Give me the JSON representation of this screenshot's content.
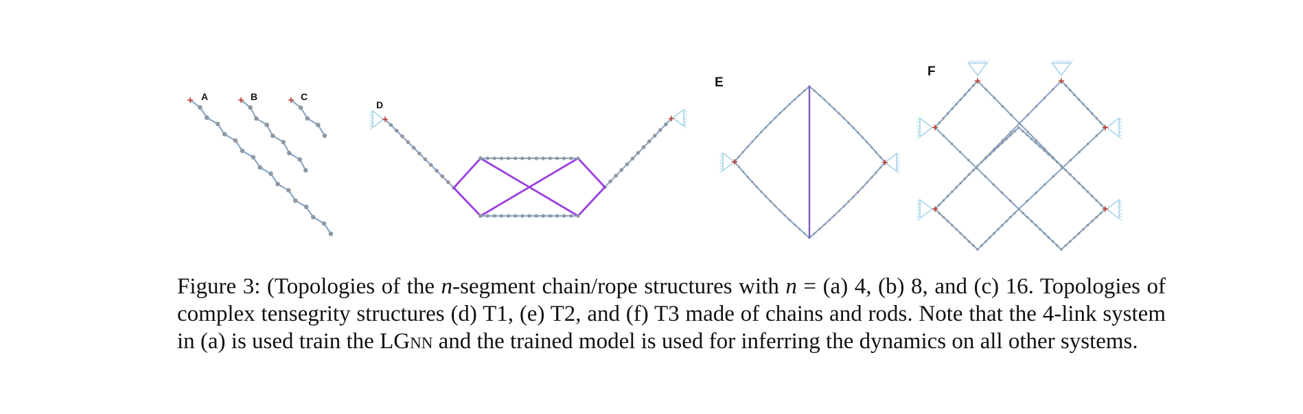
{
  "figure": {
    "panels": {
      "a": "A",
      "b": "B",
      "c": "C",
      "d": "D",
      "e": "E",
      "f": "F"
    },
    "colors": {
      "chain": "#8aa6c4",
      "node": "#8e99a3",
      "rod": "#9b3ee0",
      "anchor": "#a7d4e8",
      "pin": "#c0392b",
      "bar": "#7a5cc0"
    }
  },
  "caption": {
    "label": "Figure 3:",
    "p1": "(Topologies of the",
    "var_n": "n",
    "p2": "-segment chain/rope structures with",
    "var_n2": "n",
    "p3": "= (a) 4, (b) 8, and (c) 16. Topologies of complex tensegrity structures (d) T1, (e) T2, and (f) T3 made of chains and rods. Note that the 4-link system in (a) is used train the",
    "model": "LGnn",
    "p4": "and the trained model is used for inferring the dynamics on all other systems."
  }
}
